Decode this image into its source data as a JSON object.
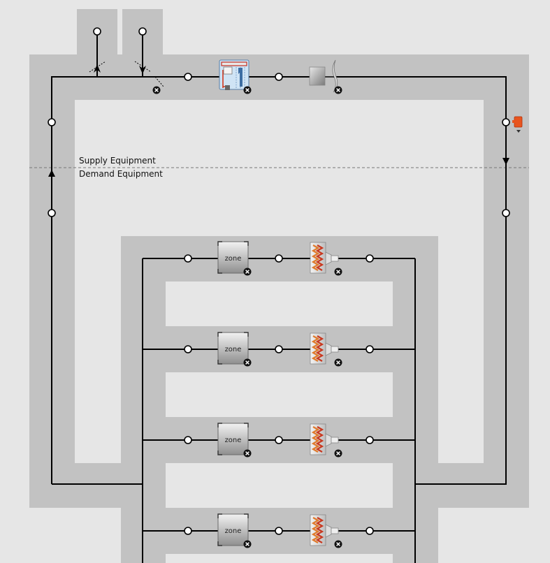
{
  "divider": {
    "supply_label": "Supply Equipment",
    "demand_label": "Demand Equipment"
  },
  "components": {
    "zone_label": "zone",
    "zone_count": 4,
    "outdoor_air_system": "outdoor-air-mixer",
    "coil_unit": "unitary-heat-cool-coil",
    "fan": "supply-fan",
    "setpoint_manager": "setpoint-manager",
    "terminal": "reheat-terminal"
  },
  "icons": {
    "node": "node-circle-icon",
    "remove": "remove-x-icon",
    "flow_arrow": "flow-arrow-icon"
  },
  "colors": {
    "canvas_bg": "#e6e6e6",
    "loop_band": "#c2c2c2",
    "inner_area": "#e6e6e6",
    "line": "#000000",
    "setpoint_marker": "#e8541e"
  }
}
